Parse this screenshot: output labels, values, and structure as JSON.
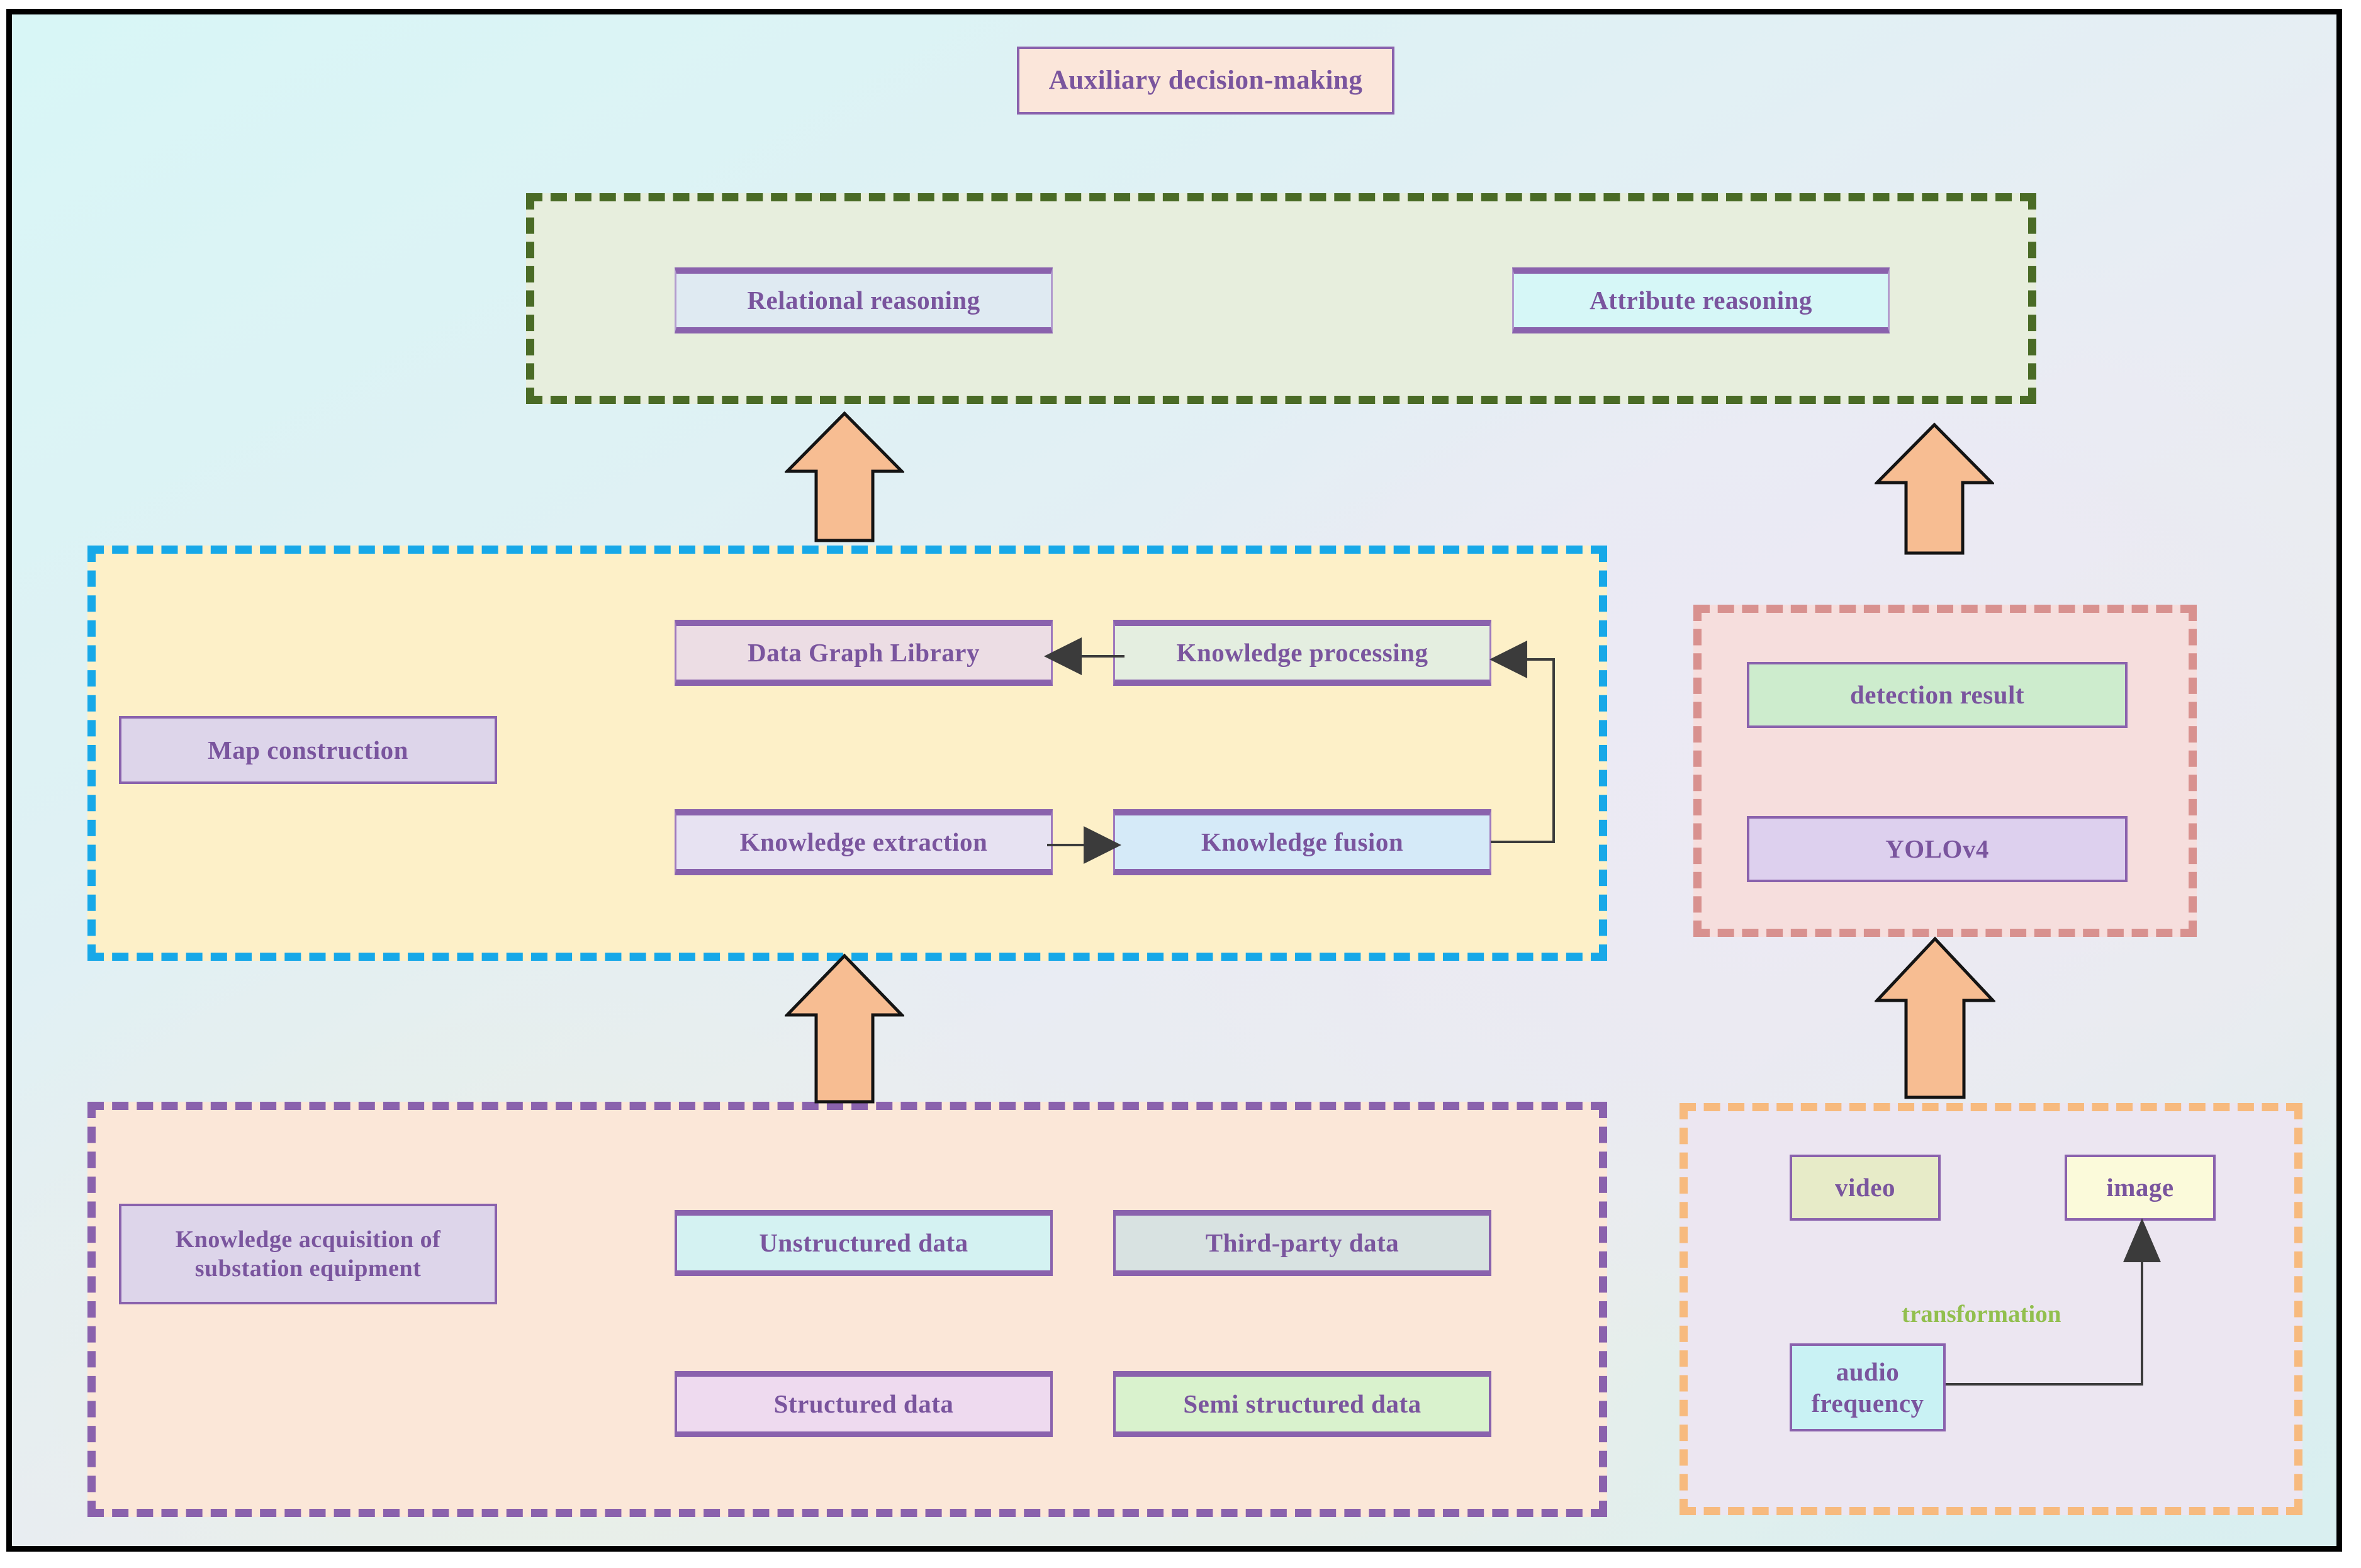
{
  "diagram": {
    "title_box": {
      "label": "Auxiliary decision-making"
    },
    "reasoning_layer": {
      "name": "reasoning-layer",
      "nodes": [
        {
          "label": "Relational reasoning"
        },
        {
          "label": "Attribute reasoning"
        }
      ]
    },
    "map_construction_layer": {
      "name": "map-construction-layer",
      "nodes": [
        {
          "label": "Map construction"
        },
        {
          "label": "Data Graph Library"
        },
        {
          "label": "Knowledge processing"
        },
        {
          "label": "Knowledge extraction"
        },
        {
          "label": "Knowledge fusion"
        }
      ]
    },
    "detection_layer": {
      "name": "detection-layer",
      "nodes": [
        {
          "label": "detection result"
        },
        {
          "label": "YOLOv4"
        }
      ]
    },
    "acquisition_layer": {
      "name": "knowledge-acquisition-layer",
      "nodes": [
        {
          "label": "Knowledge acquisition of substation equipment"
        },
        {
          "label": "Unstructured data"
        },
        {
          "label": "Third-party data"
        },
        {
          "label": "Structured data"
        },
        {
          "label": "Semi structured data"
        }
      ]
    },
    "media_layer": {
      "name": "media-source-layer",
      "nodes": [
        {
          "label": "video"
        },
        {
          "label": "image"
        },
        {
          "label": "audio\nfrequency"
        }
      ],
      "edge_labels": [
        {
          "label": "transformation"
        }
      ]
    }
  },
  "colors": {
    "text_purple": "#7a559e",
    "node_border": "#8a62ad",
    "frame_border": "#000000",
    "group_reasoning_border": "#4a6b26",
    "group_reasoning_fill": "#e7eedd",
    "group_map_border": "#17a8e8",
    "group_map_fill": "#fdf0c8",
    "group_detection_border": "#d8918f",
    "group_detection_fill": "#f6dedd",
    "group_acquisition_border": "#8a62ad",
    "group_acquisition_fill": "#fbe7d8",
    "group_media_border": "#f7ba7e",
    "group_media_fill": "#ece6f1",
    "arrow_fill": "#f7bd92",
    "arrow_stroke": "#141414",
    "connector": "#3b3b3b",
    "edge_label_green": "#92bf4e"
  }
}
